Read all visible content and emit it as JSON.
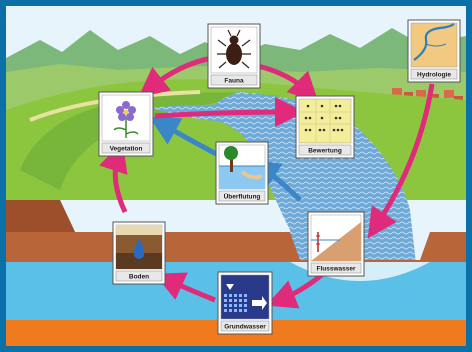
{
  "nodes": {
    "fauna": {
      "label": "Fauna",
      "icon": "beetle-icon"
    },
    "hydrologie": {
      "label": "Hydrologie",
      "icon": "river-map-icon"
    },
    "vegetation": {
      "label": "Vegetation",
      "icon": "flower-icon"
    },
    "bewertung": {
      "label": "Bewertung",
      "icon": "dot-grid-icon"
    },
    "ueberflutung": {
      "label": "Überflutung",
      "icon": "flooded-tree-icon"
    },
    "boden": {
      "label": "Boden",
      "icon": "soil-drop-icon"
    },
    "flusswasser": {
      "label": "Flusswasser",
      "icon": "water-level-icon"
    },
    "grundwasser": {
      "label": "Grundwasser",
      "icon": "groundwater-grid-icon"
    }
  },
  "colors": {
    "frame": "#0b6fa8",
    "arrow_pink": "#e02a7a",
    "arrow_blue": "#3a86c8",
    "grass": "#8cc63f",
    "soil": "#b8653a",
    "groundwater": "#5bc0e8",
    "bottom_strip": "#f07a1e"
  }
}
